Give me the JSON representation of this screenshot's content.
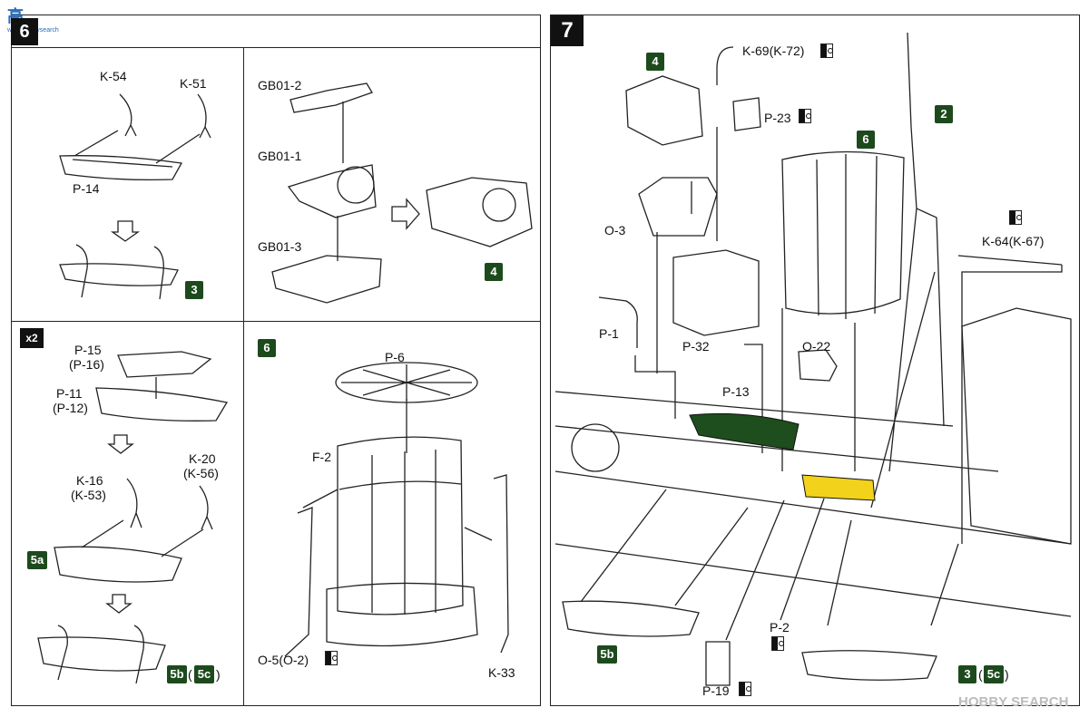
{
  "header": {
    "logo_text": "高",
    "logo_url": "www.hobbysearch"
  },
  "step6": {
    "number": "6",
    "boat_a": {
      "k54": "K-54",
      "k51": "K-51",
      "p14": "P-14",
      "result_badge": "3"
    },
    "gun": {
      "gb012": "GB01-2",
      "gb011": "GB01-1",
      "gb013": "GB01-3",
      "result_badge": "4"
    },
    "boat_b": {
      "x2": "x2",
      "p15": "P-15",
      "p16": "(P-16)",
      "p11": "P-11",
      "p12": "(P-12)",
      "k16": "K-16",
      "k53": "(K-53)",
      "k20": "K-20",
      "k56": "(K-56)",
      "badge_5a": "5a",
      "badge_5b": "5b",
      "badge_5c": "5c",
      "paren_open": "(",
      "paren_close": ")"
    },
    "funnel": {
      "badge": "6",
      "p6": "P-6",
      "f2": "F-2",
      "o5": "O-5(O-2)",
      "k33": "K-33"
    }
  },
  "step7": {
    "number": "7",
    "labels": {
      "k69": "K-69(K-72)",
      "p23": "P-23",
      "o3": "O-3",
      "p1": "P-1",
      "p32": "P-32",
      "p13": "P-13",
      "o22": "O-22",
      "k64": "K-64(K-67)",
      "p2": "P-2",
      "p19": "P-19"
    },
    "badges": {
      "b4": "4",
      "b6": "6",
      "b2": "2",
      "b5b": "5b",
      "b3": "3",
      "b5c": "5c"
    },
    "paren_open": "(",
    "paren_close": ")"
  },
  "footer": {
    "watermark": "HOBBY SEARCH"
  },
  "colors": {
    "badge_green": "#1d4a1d",
    "highlight_green": "#1e4d1e",
    "highlight_yellow": "#f2d21a"
  }
}
